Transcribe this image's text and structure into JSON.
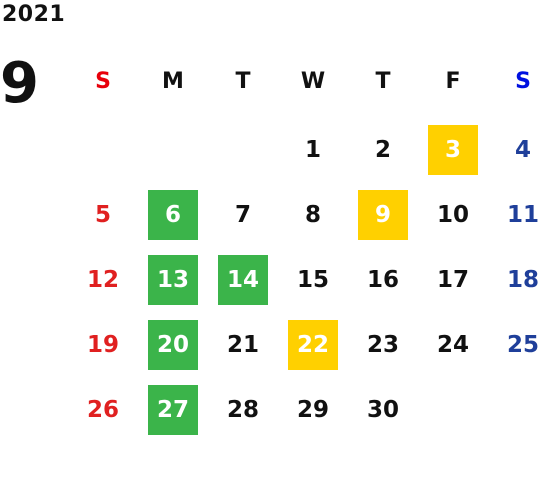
{
  "year": "2021",
  "month": "9",
  "weekdays": [
    {
      "label": "S",
      "color": "#e8000b"
    },
    {
      "label": "M",
      "color": "#111111"
    },
    {
      "label": "T",
      "color": "#111111"
    },
    {
      "label": "W",
      "color": "#111111"
    },
    {
      "label": "T",
      "color": "#111111"
    },
    {
      "label": "F",
      "color": "#111111"
    },
    {
      "label": "S",
      "color": "#0010e0"
    }
  ],
  "weeks": [
    [
      "",
      "",
      "",
      "1",
      "2",
      "3",
      "4"
    ],
    [
      "5",
      "6",
      "7",
      "8",
      "9",
      "10",
      "11"
    ],
    [
      "12",
      "13",
      "14",
      "15",
      "16",
      "17",
      "18"
    ],
    [
      "19",
      "20",
      "21",
      "22",
      "23",
      "24",
      "25"
    ],
    [
      "26",
      "27",
      "28",
      "29",
      "30",
      "",
      ""
    ]
  ],
  "colors": {
    "sunday": "#e02020",
    "saturday": "#1f3f9a",
    "weekday": "#111111",
    "highlight_green": "#3bb44a",
    "highlight_yellow": "#ffd000",
    "highlight_text": "#ffffff"
  },
  "highlights": {
    "3": "yellow",
    "9": "yellow",
    "22": "yellow",
    "6": "green",
    "13": "green",
    "14": "green",
    "20": "green",
    "27": "green"
  }
}
